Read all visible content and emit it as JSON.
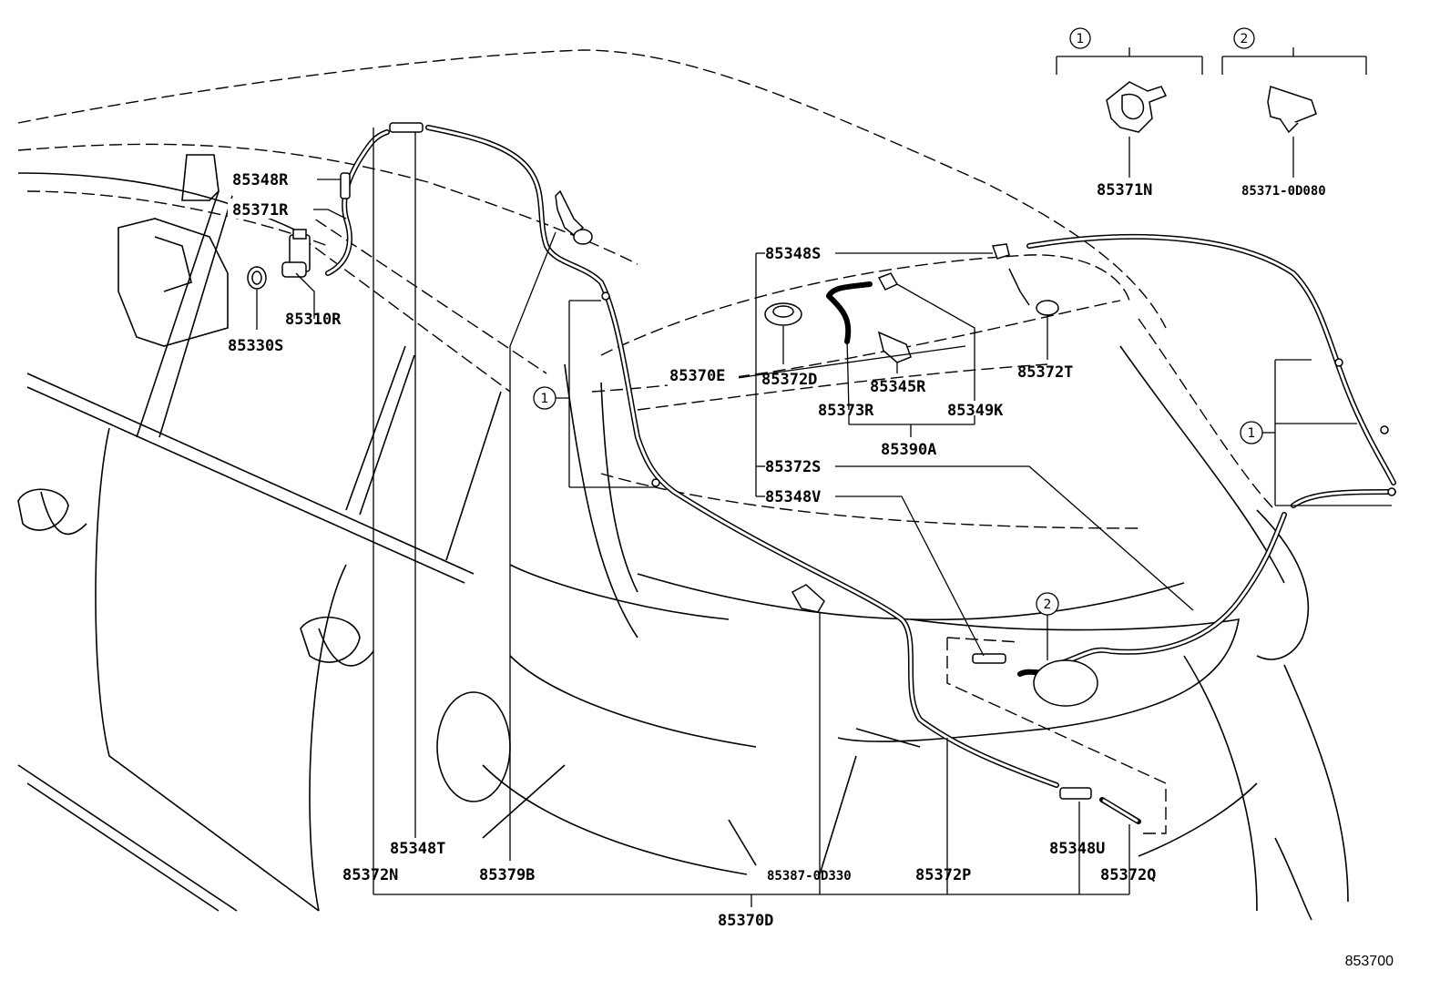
{
  "diagram": {
    "figure_number": "853700",
    "callouts": [
      {
        "id": "c1-top",
        "number": "1"
      },
      {
        "id": "c2-top",
        "number": "2"
      },
      {
        "id": "c1-a",
        "number": "1"
      },
      {
        "id": "c1-b",
        "number": "1"
      },
      {
        "id": "c2-a",
        "number": "2"
      }
    ],
    "parts": {
      "p85348R": "85348R",
      "p85371R": "85371R",
      "p85310R": "85310R",
      "p85330S": "85330S",
      "p85371N": "85371N",
      "p85371_0D080": "85371-0D080",
      "p85348S": "85348S",
      "p85370E": "85370E",
      "p85372D": "85372D",
      "p85345R": "85345R",
      "p85372T": "85372T",
      "p85373R": "85373R",
      "p85349K": "85349K",
      "p85390A": "85390A",
      "p85372S": "85372S",
      "p85348V": "85348V",
      "p85348T": "85348T",
      "p85372N": "85372N",
      "p85379B": "85379B",
      "p85387_0D330": "85387-0D330",
      "p85372P": "85372P",
      "p85348U": "85348U",
      "p85372Q": "85372Q",
      "p85370D": "85370D"
    }
  }
}
